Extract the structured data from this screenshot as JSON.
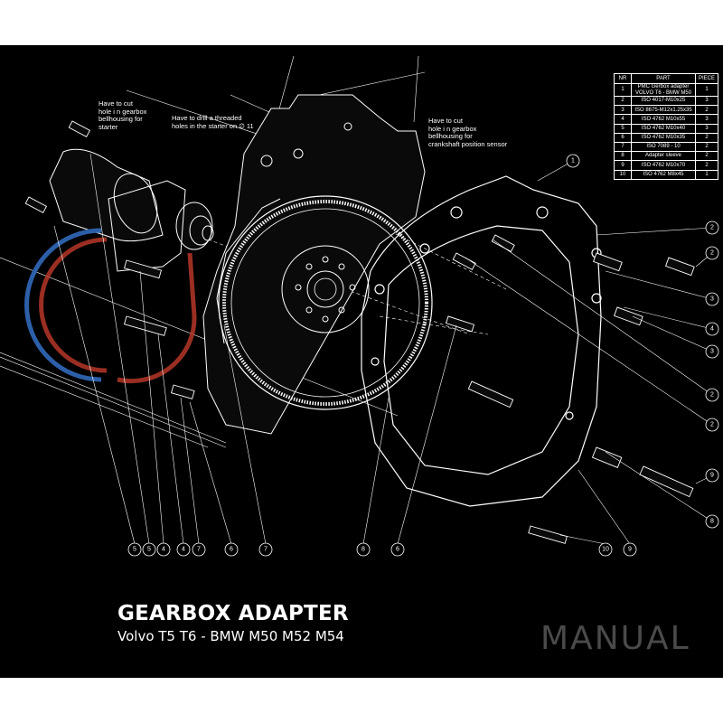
{
  "title": "GEARBOX ADAPTER",
  "subtitle": "Volvo T5 T6 - BMW M50 M52 M54",
  "manual_label": "MANUAL",
  "notes": {
    "starter_hole": "Have to cut\nhole i n gearbox\nbellhousing for\nstarter",
    "threaded_hole": "Have to drill a threaded\nholes in the starter on ∅ 11",
    "crank_hole": "Have to cut\nhole i n gearbox\nbellhousing for\ncrankshaft position sensor"
  },
  "parts_table": {
    "headers": [
      "NR",
      "PART",
      "PIECE"
    ],
    "rows": [
      {
        "nr": "1",
        "part": "PMC Gerbox adapter VOLVO T6 - BMW M50",
        "piece": "1"
      },
      {
        "nr": "2",
        "part": "ISO 4017-M10x25",
        "piece": "3"
      },
      {
        "nr": "3",
        "part": "ISO 8675-M12x1.25x35",
        "piece": "2"
      },
      {
        "nr": "4",
        "part": "ISO 4762 M10x55",
        "piece": "3"
      },
      {
        "nr": "5",
        "part": "ISO 4762 M10x40",
        "piece": "3"
      },
      {
        "nr": "6",
        "part": "ISO 4762 M10x35",
        "piece": "2"
      },
      {
        "nr": "7",
        "part": "ISO 7089 - 10",
        "piece": "2"
      },
      {
        "nr": "8",
        "part": "Adapter sleeve",
        "piece": "2"
      },
      {
        "nr": "9",
        "part": "ISO 4762 M10x70",
        "piece": "2"
      },
      {
        "nr": "10",
        "part": "ISO 4762 M8x45",
        "piece": "1"
      }
    ]
  },
  "callouts_bottom": [
    "5",
    "5",
    "4",
    "4",
    "7",
    "6",
    "7",
    "8",
    "6",
    "10",
    "9"
  ],
  "callouts_right": [
    "2",
    "2",
    "3",
    "4",
    "3",
    "2",
    "2",
    "8",
    "9"
  ],
  "callout_top": "1",
  "colors": {
    "background": "#000000",
    "line": "#ffffff",
    "manual_text": "#4a4a4a",
    "logo_red": "#c0392b",
    "logo_blue": "#2c5fa8"
  }
}
